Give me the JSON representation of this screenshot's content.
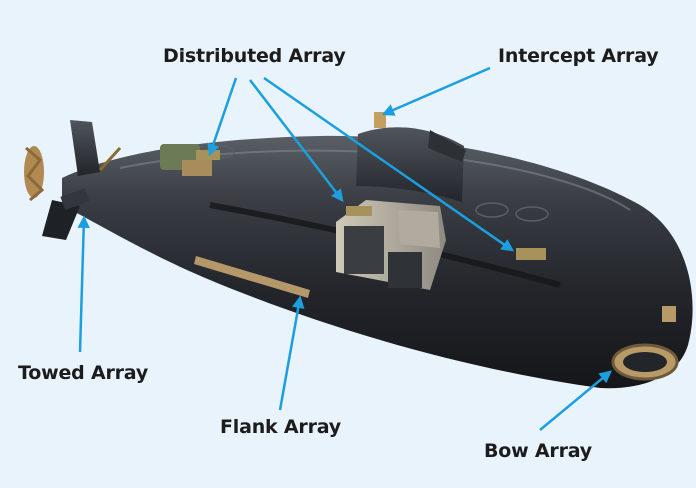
{
  "labels": {
    "distributed_array": "Distributed Array",
    "intercept_array": "Intercept Array",
    "towed_array": "Towed Array",
    "flank_array": "Flank Array",
    "bow_array": "Bow Array"
  },
  "colors": {
    "background": "#e9f3fb",
    "arrow": "#1b9fe0",
    "hull": "#25282d",
    "label_text": "#1c1c1c"
  }
}
